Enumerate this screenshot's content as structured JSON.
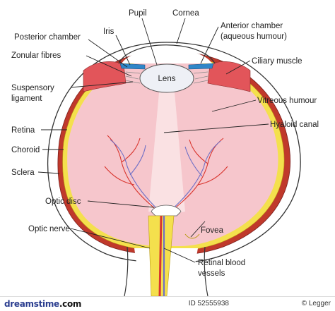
{
  "labels": {
    "pupil": "Pupil",
    "cornea": "Cornea",
    "iris": "Iris",
    "posterior_chamber": "Posterior chamber",
    "anterior_chamber_1": "Anterior chamber",
    "anterior_chamber_2": "(aqueous humour)",
    "zonular_fibres": "Zonular fibres",
    "ciliary_muscle": "Ciliary muscle",
    "lens": "Lens",
    "suspensory_1": "Suspensory",
    "suspensory_2": "ligament",
    "vitreous_humour": "Vitreous humour",
    "retina": "Retina",
    "hyaloid_canal": "Hyaloid canal",
    "choroid": "Choroid",
    "sclera": "Sclera",
    "optic_disc": "Optic disc",
    "optic_nerve": "Optic nerve",
    "fovea": "Fovea",
    "retinal_blood_1": "Retinal blood",
    "retinal_blood_2": "vessels"
  },
  "footer": {
    "brand_a": "dreamstime",
    "brand_b": ".com",
    "id_text": "ID 52555938",
    "copyright": "© Legger"
  },
  "colors": {
    "sclera": "#ffffff",
    "choroid": "#c0392b",
    "retina_yellow": "#f4e04d",
    "vitreous": "#f6c6cc",
    "ciliary": "#e2555a",
    "iris_blue": "#2f86c8",
    "lens": "#eef0f6",
    "artery": "#d9362f",
    "vein": "#6e6fc6"
  }
}
